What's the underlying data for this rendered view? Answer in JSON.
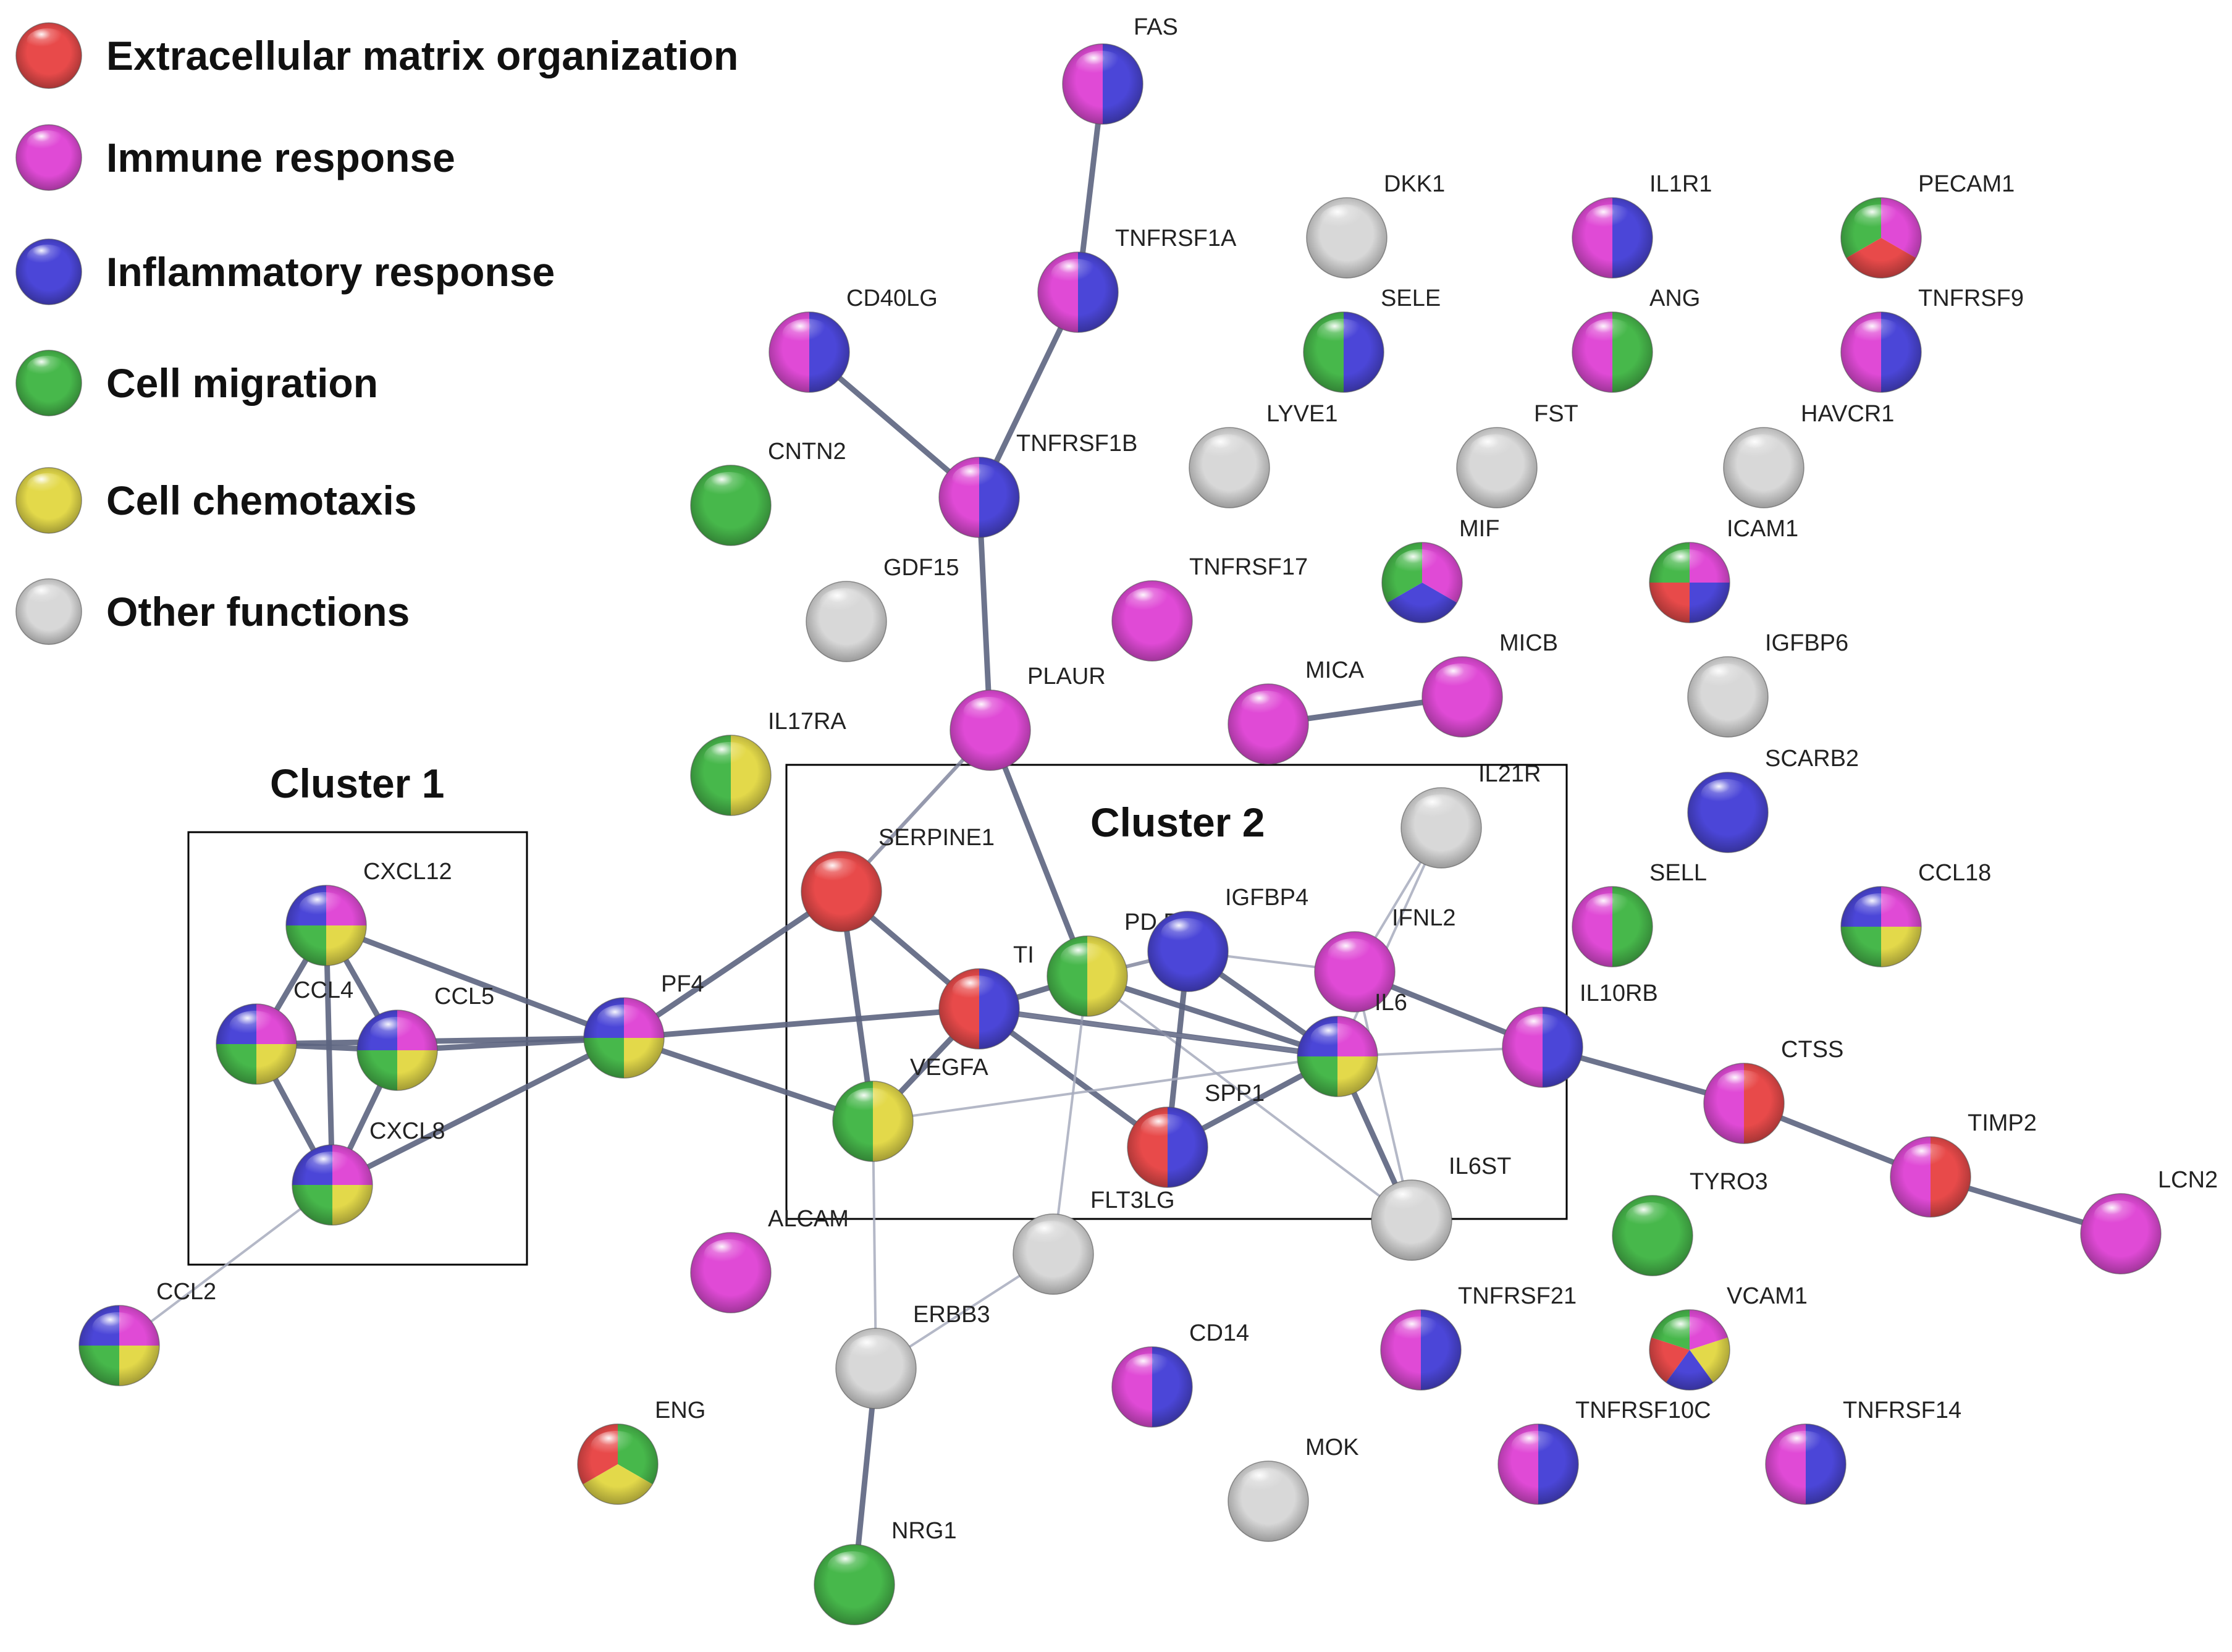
{
  "legend": [
    {
      "key": "ecm",
      "label": "Extracellular matrix organization",
      "color": "#e84a4a"
    },
    {
      "key": "immune",
      "label": "Immune response",
      "color": "#e04ad6"
    },
    {
      "key": "inflam",
      "label": "Inflammatory response",
      "color": "#4b46d8"
    },
    {
      "key": "migration",
      "label": "Cell migration",
      "color": "#47b84b"
    },
    {
      "key": "chemotaxis",
      "label": "Cell chemotaxis",
      "color": "#e3d94a"
    },
    {
      "key": "other",
      "label": "Other functions",
      "color": "#d8d8d8"
    }
  ],
  "clusters": [
    {
      "id": "c1",
      "label": "Cluster 1"
    },
    {
      "id": "c2",
      "label": "Cluster 2"
    }
  ],
  "nodes": [
    {
      "id": "FAS",
      "label": "FAS",
      "colors": [
        "immune",
        "inflam"
      ]
    },
    {
      "id": "TNFRSF1A",
      "label": "TNFRSF1A",
      "colors": [
        "immune",
        "inflam"
      ]
    },
    {
      "id": "CD40LG",
      "label": "CD40LG",
      "colors": [
        "immune",
        "inflam"
      ]
    },
    {
      "id": "TNFRSF1B",
      "label": "TNFRSF1B",
      "colors": [
        "immune",
        "inflam"
      ]
    },
    {
      "id": "CNTN2",
      "label": "CNTN2",
      "colors": [
        "migration"
      ]
    },
    {
      "id": "GDF15",
      "label": "GDF15",
      "colors": [
        "other"
      ]
    },
    {
      "id": "IL17RA",
      "label": "IL17RA",
      "colors": [
        "migration",
        "chemotaxis"
      ]
    },
    {
      "id": "PLAUR",
      "label": "PLAUR",
      "colors": [
        "immune"
      ]
    },
    {
      "id": "TNFRSF17",
      "label": "TNFRSF17",
      "colors": [
        "immune"
      ]
    },
    {
      "id": "DKK1",
      "label": "DKK1",
      "colors": [
        "other"
      ]
    },
    {
      "id": "SELE",
      "label": "SELE",
      "colors": [
        "migration",
        "inflam"
      ]
    },
    {
      "id": "LYVE1",
      "label": "LYVE1",
      "colors": [
        "other"
      ]
    },
    {
      "id": "IL1R1",
      "label": "IL1R1",
      "colors": [
        "immune",
        "inflam"
      ]
    },
    {
      "id": "ANG",
      "label": "ANG",
      "colors": [
        "immune",
        "migration"
      ]
    },
    {
      "id": "FST",
      "label": "FST",
      "colors": [
        "other"
      ]
    },
    {
      "id": "MIF",
      "label": "MIF",
      "colors": [
        "immune",
        "inflam",
        "migration"
      ]
    },
    {
      "id": "PECAM1",
      "label": "PECAM1",
      "colors": [
        "immune",
        "ecm",
        "migration"
      ]
    },
    {
      "id": "TNFRSF9",
      "label": "TNFRSF9",
      "colors": [
        "immune",
        "inflam"
      ]
    },
    {
      "id": "HAVCR1",
      "label": "HAVCR1",
      "colors": [
        "other"
      ]
    },
    {
      "id": "ICAM1",
      "label": "ICAM1",
      "colors": [
        "immune",
        "inflam",
        "ecm",
        "migration"
      ]
    },
    {
      "id": "IGFBP6",
      "label": "IGFBP6",
      "colors": [
        "other"
      ]
    },
    {
      "id": "MICA",
      "label": "MICA",
      "colors": [
        "immune"
      ]
    },
    {
      "id": "MICB",
      "label": "MICB",
      "colors": [
        "immune"
      ]
    },
    {
      "id": "SCARB2",
      "label": "SCARB2",
      "colors": [
        "inflam"
      ]
    },
    {
      "id": "SELL",
      "label": "SELL",
      "colors": [
        "immune",
        "migration"
      ]
    },
    {
      "id": "CCL18",
      "label": "CCL18",
      "colors": [
        "immune",
        "chemotaxis",
        "migration",
        "inflam"
      ]
    },
    {
      "id": "CXCL12",
      "label": "CXCL12",
      "colors": [
        "immune",
        "chemotaxis",
        "migration",
        "inflam"
      ]
    },
    {
      "id": "CCL4",
      "label": "CCL4",
      "colors": [
        "immune",
        "chemotaxis",
        "migration",
        "inflam"
      ]
    },
    {
      "id": "CCL5",
      "label": "CCL5",
      "colors": [
        "immune",
        "chemotaxis",
        "migration",
        "inflam"
      ]
    },
    {
      "id": "CXCL8",
      "label": "CXCL8",
      "colors": [
        "immune",
        "chemotaxis",
        "migration",
        "inflam"
      ]
    },
    {
      "id": "PF4",
      "label": "PF4",
      "colors": [
        "immune",
        "chemotaxis",
        "migration",
        "inflam"
      ]
    },
    {
      "id": "CCL2",
      "label": "CCL2",
      "colors": [
        "immune",
        "chemotaxis",
        "migration",
        "inflam"
      ]
    },
    {
      "id": "SERPINE1",
      "label": "SERPINE1",
      "colors": [
        "ecm"
      ]
    },
    {
      "id": "TIMP1",
      "label": "TI",
      "colors": [
        "ecm",
        "inflam"
      ]
    },
    {
      "id": "PDGFB",
      "label": "PD      B",
      "colors": [
        "migration",
        "chemotaxis"
      ]
    },
    {
      "id": "IGFBP4",
      "label": "IGFBP4",
      "colors": [
        "inflam"
      ]
    },
    {
      "id": "IL21R",
      "label": "IL21R",
      "colors": [
        "other"
      ]
    },
    {
      "id": "IFNL2",
      "label": "IFNL2",
      "colors": [
        "immune"
      ]
    },
    {
      "id": "IL6",
      "label": "IL6",
      "colors": [
        "immune",
        "chemotaxis",
        "migration",
        "inflam"
      ]
    },
    {
      "id": "IL10RB",
      "label": "IL10RB",
      "colors": [
        "immune",
        "inflam"
      ]
    },
    {
      "id": "VEGFA",
      "label": "VEGFA",
      "colors": [
        "migration",
        "chemotaxis"
      ]
    },
    {
      "id": "SPP1",
      "label": "SPP1",
      "colors": [
        "ecm",
        "inflam"
      ]
    },
    {
      "id": "IL6ST",
      "label": "IL6ST",
      "colors": [
        "other"
      ]
    },
    {
      "id": "CTSS",
      "label": "CTSS",
      "colors": [
        "immune",
        "ecm"
      ]
    },
    {
      "id": "TIMP2",
      "label": "TIMP2",
      "colors": [
        "immune",
        "ecm"
      ]
    },
    {
      "id": "LCN2",
      "label": "LCN2",
      "colors": [
        "immune"
      ]
    },
    {
      "id": "TYRO3",
      "label": "TYRO3",
      "colors": [
        "migration"
      ]
    },
    {
      "id": "ALCAM",
      "label": "ALCAM",
      "colors": [
        "immune"
      ]
    },
    {
      "id": "FLT3LG",
      "label": "FLT3LG",
      "colors": [
        "other"
      ]
    },
    {
      "id": "ERBB3",
      "label": "ERBB3",
      "colors": [
        "other"
      ]
    },
    {
      "id": "CD14",
      "label": "CD14",
      "colors": [
        "immune",
        "inflam"
      ]
    },
    {
      "id": "TNFRSF21",
      "label": "TNFRSF21",
      "colors": [
        "immune",
        "inflam"
      ]
    },
    {
      "id": "VCAM1",
      "label": "VCAM1",
      "colors": [
        "immune",
        "chemotaxis",
        "inflam",
        "ecm",
        "migration"
      ]
    },
    {
      "id": "ENG",
      "label": "ENG",
      "colors": [
        "migration",
        "chemotaxis",
        "ecm"
      ]
    },
    {
      "id": "MOK",
      "label": "MOK",
      "colors": [
        "other"
      ]
    },
    {
      "id": "TNFRSF10C",
      "label": "TNFRSF10C",
      "colors": [
        "immune",
        "inflam"
      ]
    },
    {
      "id": "TNFRSF14",
      "label": "TNFRSF14",
      "colors": [
        "immune",
        "inflam"
      ]
    },
    {
      "id": "NRG1",
      "label": "NRG1",
      "colors": [
        "migration"
      ]
    }
  ],
  "edges": [
    {
      "a": "FAS",
      "b": "TNFRSF1A",
      "w": "strong"
    },
    {
      "a": "TNFRSF1A",
      "b": "TNFRSF1B",
      "w": "strong"
    },
    {
      "a": "CD40LG",
      "b": "TNFRSF1B",
      "w": "strong"
    },
    {
      "a": "TNFRSF1B",
      "b": "PLAUR",
      "w": "strong"
    },
    {
      "a": "PLAUR",
      "b": "SERPINE1",
      "w": "medium"
    },
    {
      "a": "PLAUR",
      "b": "PDGFB",
      "w": "strong"
    },
    {
      "a": "MICA",
      "b": "MICB",
      "w": "strong"
    },
    {
      "a": "CXCL12",
      "b": "CCL4",
      "w": "strong"
    },
    {
      "a": "CXCL12",
      "b": "CCL5",
      "w": "strong"
    },
    {
      "a": "CXCL12",
      "b": "CXCL8",
      "w": "strong"
    },
    {
      "a": "CXCL12",
      "b": "PF4",
      "w": "strong"
    },
    {
      "a": "CCL4",
      "b": "CCL5",
      "w": "strong"
    },
    {
      "a": "CCL4",
      "b": "CXCL8",
      "w": "strong"
    },
    {
      "a": "CCL4",
      "b": "PF4",
      "w": "strong"
    },
    {
      "a": "CCL5",
      "b": "CXCL8",
      "w": "strong"
    },
    {
      "a": "CCL5",
      "b": "PF4",
      "w": "strong"
    },
    {
      "a": "CXCL8",
      "b": "PF4",
      "w": "strong"
    },
    {
      "a": "CXCL8",
      "b": "CCL2",
      "w": "light"
    },
    {
      "a": "PF4",
      "b": "SERPINE1",
      "w": "strong"
    },
    {
      "a": "PF4",
      "b": "TIMP1",
      "w": "strong"
    },
    {
      "a": "PF4",
      "b": "VEGFA",
      "w": "strong"
    },
    {
      "a": "SERPINE1",
      "b": "VEGFA",
      "w": "strong"
    },
    {
      "a": "SERPINE1",
      "b": "TIMP1",
      "w": "strong"
    },
    {
      "a": "TIMP1",
      "b": "VEGFA",
      "w": "strong"
    },
    {
      "a": "TIMP1",
      "b": "PDGFB",
      "w": "strong"
    },
    {
      "a": "TIMP1",
      "b": "SPP1",
      "w": "strong"
    },
    {
      "a": "TIMP1",
      "b": "IL6",
      "w": "strong"
    },
    {
      "a": "PDGFB",
      "b": "IGFBP4",
      "w": "medium"
    },
    {
      "a": "PDGFB",
      "b": "IL6",
      "w": "strong"
    },
    {
      "a": "PDGFB",
      "b": "FLT3LG",
      "w": "light"
    },
    {
      "a": "PDGFB",
      "b": "IL6ST",
      "w": "light"
    },
    {
      "a": "IGFBP4",
      "b": "SPP1",
      "w": "strong"
    },
    {
      "a": "IGFBP4",
      "b": "IL6",
      "w": "strong"
    },
    {
      "a": "IGFBP4",
      "b": "IFNL2",
      "w": "light"
    },
    {
      "a": "IL21R",
      "b": "IFNL2",
      "w": "light"
    },
    {
      "a": "IL21R",
      "b": "IL6",
      "w": "light"
    },
    {
      "a": "IFNL2",
      "b": "IL10RB",
      "w": "strong"
    },
    {
      "a": "IL6",
      "b": "SPP1",
      "w": "strong"
    },
    {
      "a": "IL6",
      "b": "IL10RB",
      "w": "light"
    },
    {
      "a": "IL6",
      "b": "IL6ST",
      "w": "strong"
    },
    {
      "a": "IL6",
      "b": "VEGFA",
      "w": "light"
    },
    {
      "a": "IL6",
      "b": "TIMP1",
      "w": "medium"
    },
    {
      "a": "IFNL2",
      "b": "IL6ST",
      "w": "light"
    },
    {
      "a": "IL10RB",
      "b": "CTSS",
      "w": "strong"
    },
    {
      "a": "CTSS",
      "b": "TIMP2",
      "w": "strong"
    },
    {
      "a": "TIMP2",
      "b": "LCN2",
      "w": "strong"
    },
    {
      "a": "VEGFA",
      "b": "ERBB3",
      "w": "light"
    },
    {
      "a": "ERBB3",
      "b": "FLT3LG",
      "w": "light"
    },
    {
      "a": "ERBB3",
      "b": "NRG1",
      "w": "strong"
    }
  ]
}
